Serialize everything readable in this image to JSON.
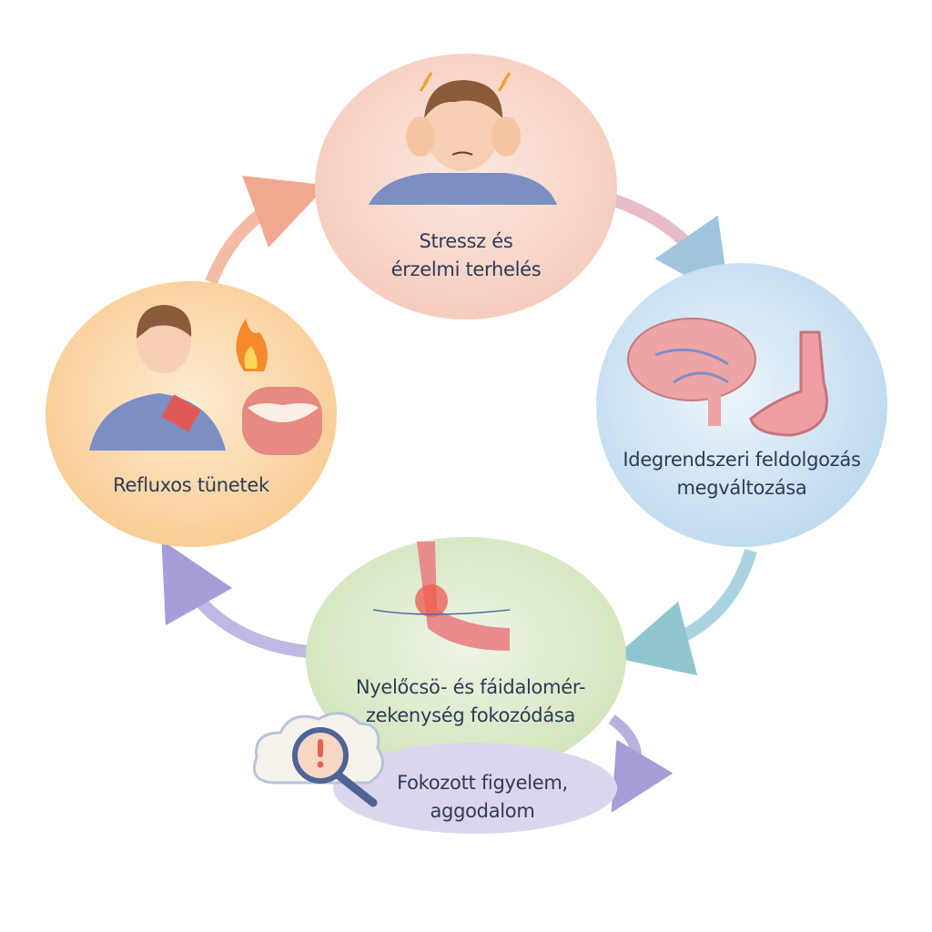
{
  "nodes": {
    "stress": {
      "line1": "Stressz és",
      "line2": "érzelmi terhelés",
      "color": "#f8d3c6"
    },
    "nervous": {
      "line1": "Idegrendszeri feldolgozás",
      "line2": "megváltozása",
      "color": "#cfe2f1"
    },
    "sensitivity": {
      "line1": "Nyelőcsö- és fáidalomér-",
      "line2": "zekenység fokozódása",
      "color": "#dcebc8"
    },
    "attention": {
      "line1": "Fokozott figyelem,",
      "line2": "aggodalom",
      "color": "#dcd5ee"
    },
    "reflux": {
      "line1": "Refluxos tünetek",
      "color": "#fad5a6"
    }
  },
  "colors": {
    "text": "#2f3a55",
    "arrow_peach": "#f2b39c",
    "arrow_blue": "#a9cde3",
    "arrow_purple": "#b3a9dc"
  }
}
